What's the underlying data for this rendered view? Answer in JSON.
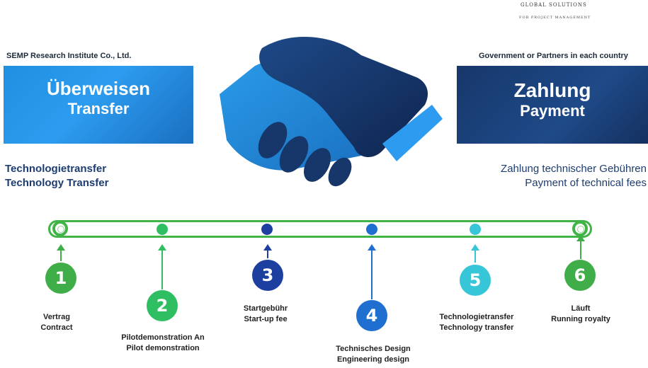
{
  "logo": {
    "line1": "GLOBAL SOLUTIONS",
    "line2": "FOR PROJECT MANAGEMENT"
  },
  "left": {
    "organization": "SEMP Research Institute Co., Ltd.",
    "title_de": "Überweisen",
    "title_en": "Transfer",
    "subtitle_de": "Technologietransfer",
    "subtitle_en": "Technology Transfer",
    "color": "#1f8fe0"
  },
  "right": {
    "organization": "Government or Partners in each country",
    "title_de": "Zahlung",
    "title_en": "Payment",
    "subtitle_de": "Zahlung technischer Gebühren",
    "subtitle_en": "Payment of technical fees",
    "color": "#17376a"
  },
  "steps": [
    {
      "number": "1",
      "label_de": "Vertrag",
      "label_en": "Contract",
      "color": "#3fae49"
    },
    {
      "number": "2",
      "label_de": "Pilotdemonstration An",
      "label_en": "Pilot demonstration",
      "color": "#2fbf62"
    },
    {
      "number": "3",
      "label_de": "Startgebühr",
      "label_en": "Start-up fee",
      "color": "#1d3fa0"
    },
    {
      "number": "4",
      "label_de": "Technisches Design",
      "label_en": "Engineering design",
      "color": "#1f6fd0"
    },
    {
      "number": "5",
      "label_de": "Technologietransfer",
      "label_en": "Technology transfer",
      "color": "#36c6d8"
    },
    {
      "number": "6",
      "label_de": "Läuft",
      "label_en": "Running royalty",
      "color": "#3fae49"
    }
  ],
  "icons": {
    "center": "handshake-icon"
  }
}
